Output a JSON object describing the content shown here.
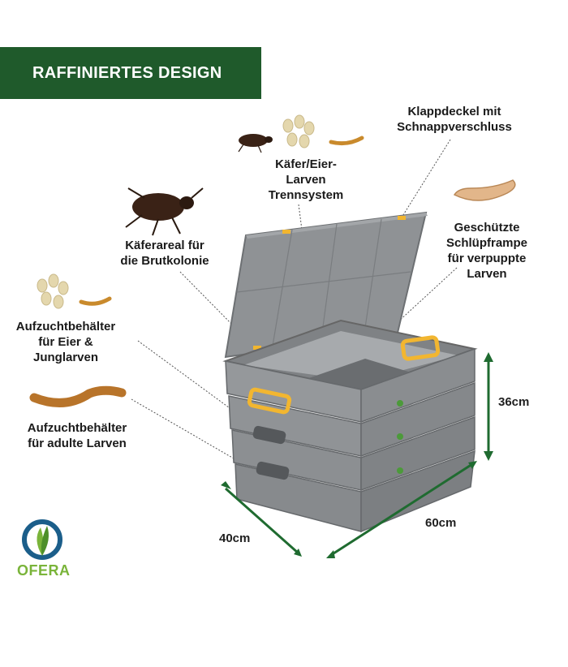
{
  "banner": {
    "title": "RAFFINIERTES DESIGN",
    "color": "#1f5a2b"
  },
  "labels": {
    "klappdeckel": "Klappdeckel mit\nSchnappverschluss",
    "trennsystem": "Käfer/Eier-\nLarven\nTrennsystem",
    "kaeferareal": "Käferareal für\ndie Brutkolonie",
    "schluepframpe": "Geschützte\nSchlüpframpe\nfür verpuppte\nLarven",
    "aufzucht_eier": "Aufzuchtbehälter\nfür Eier &\nJunglarven",
    "aufzucht_adult": "Aufzuchtbehälter\nfür adulte Larven"
  },
  "dimensions": {
    "height": "36cm",
    "depth": "40cm",
    "width": "60cm"
  },
  "brand": {
    "name": "OFERA",
    "color": "#7ab43a",
    "dark": "#1b5e8a"
  },
  "colors": {
    "box": "#8c8f92",
    "box_dark": "#6f7275",
    "handle": "#f2b630",
    "dimension_arrow": "#1f6b30"
  },
  "icons": [
    "beetle-icon",
    "egg-cluster-icon",
    "larva-icon",
    "pupa-icon",
    "logo-icon"
  ]
}
